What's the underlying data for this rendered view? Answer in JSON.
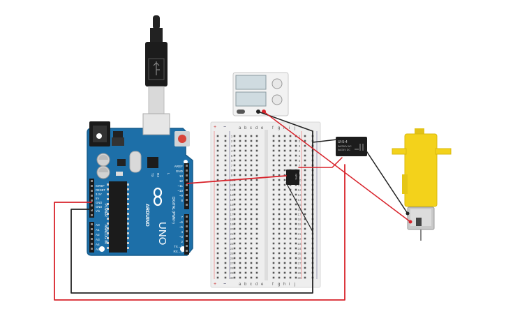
{
  "arduino": {
    "brand": "ARDUINO",
    "model": "UNO",
    "header_digital": "DIGITAL (PWM~)",
    "header_power": "POWER",
    "header_analog": "ANALOG IN",
    "reset_label": "RESET",
    "power_pins": [
      "IOREF",
      "RESET",
      "3.3V",
      "5V",
      "GND",
      "GND",
      "Vin"
    ],
    "analog_pins": [
      "A0",
      "A1",
      "A2",
      "A3",
      "A4",
      "A5"
    ],
    "top_pins": [
      "AREF",
      "GND",
      "13",
      "12",
      "~11",
      "~10",
      "~9",
      "8"
    ],
    "bottom_pins": [
      "7",
      "~6",
      "~5",
      "4",
      "~3",
      "2",
      "TX→1",
      "RX←0"
    ],
    "tx_label": "TX",
    "rx_label": "RX",
    "l_label": "L"
  },
  "breadboard": {
    "col_letters_left": [
      "a",
      "b",
      "c",
      "d",
      "e"
    ],
    "col_letters_right": [
      "f",
      "g",
      "h",
      "i",
      "j"
    ],
    "row_numbers": [
      "1",
      "2",
      "3",
      "4",
      "5",
      "6",
      "7",
      "8",
      "9",
      "10",
      "11",
      "12",
      "13",
      "14",
      "15",
      "16",
      "17",
      "18",
      "19",
      "20",
      "21",
      "22",
      "23",
      "24",
      "25",
      "26",
      "27",
      "28",
      "29",
      "30"
    ],
    "rail_plus": "+",
    "rail_minus": "−"
  },
  "relay": {
    "title": "Ul-5-4",
    "line1": "5A/250V AC",
    "line2": "5A/24V DC"
  },
  "transistor": {
    "label": "NPN"
  },
  "colors": {
    "arduino_blue": "#1d6fa8",
    "wire_red": "#d8222a",
    "wire_black": "#222222",
    "motor_yellow": "#f3d21b",
    "breadboard": "#eeeeee"
  }
}
